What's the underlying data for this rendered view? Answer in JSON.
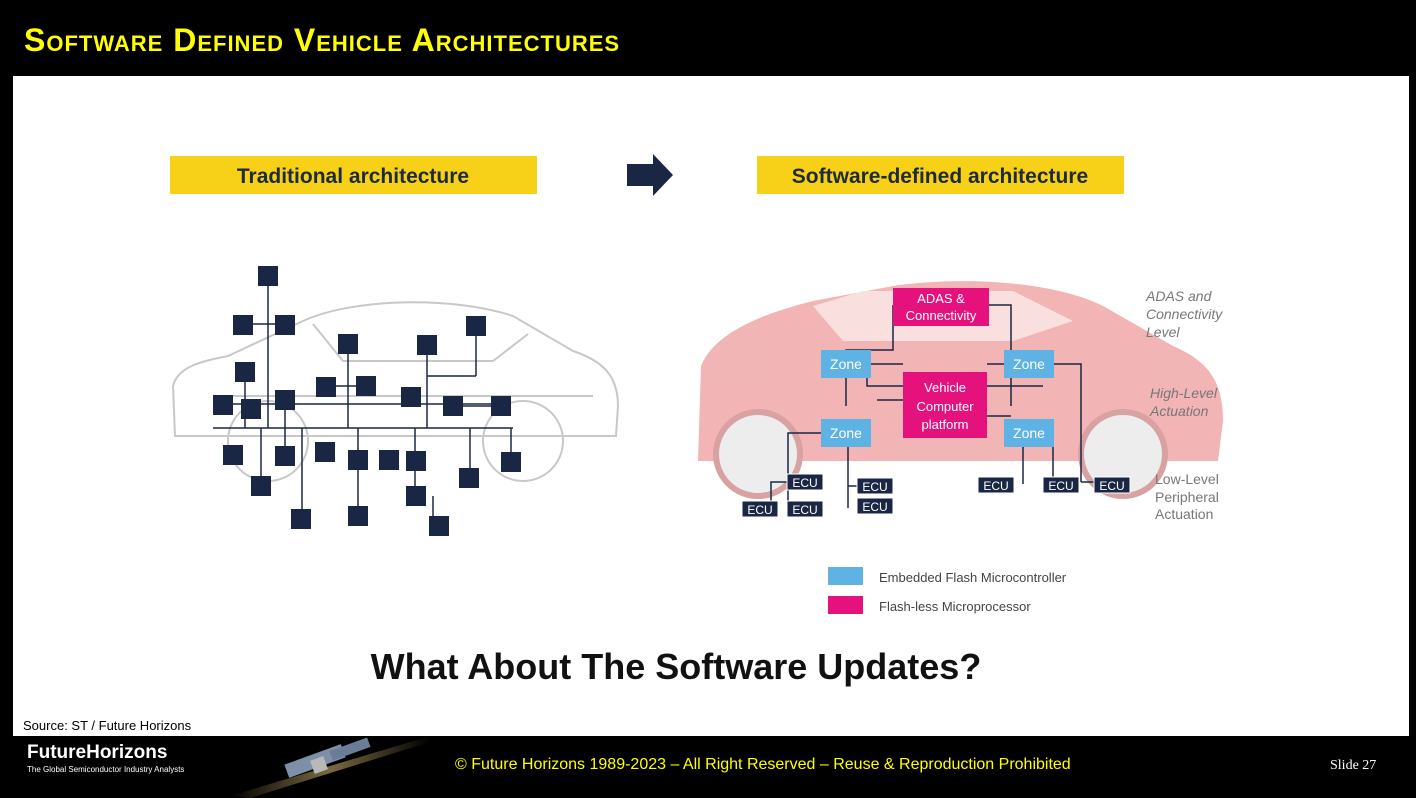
{
  "header": {
    "title": "Software Defined Vehicle Architectures"
  },
  "diagram": {
    "left_label": "Traditional architecture",
    "right_label": "Software-defined architecture",
    "adas_box": [
      "ADAS &",
      "Connectivity"
    ],
    "vehicle_box": [
      "Vehicle",
      "Computer",
      "platform"
    ],
    "zone_label": "Zone",
    "ecu_label": "ECU",
    "levels": {
      "adas": [
        "ADAS and",
        "Connectivity",
        "Level"
      ],
      "high": [
        "High-Level",
        "Actuation"
      ],
      "low": [
        "Low-Level",
        "Peripheral",
        "Actuation"
      ]
    },
    "legend": [
      {
        "label": "Embedded Flash Microcontroller",
        "color": "#5eb3e4"
      },
      {
        "label": "Flash-less Microprocessor",
        "color": "#e5127d"
      }
    ]
  },
  "question": "What About The Software Updates?",
  "source": "Source: ST / Future Horizons",
  "footer": {
    "logo": "FutureHorizons",
    "tagline": "The Global Semiconductor Industry Analysts",
    "copyright": "© Future Horizons 1989-2023 – All Right Reserved – Reuse & Reproduction Prohibited",
    "slide": "Slide 27"
  },
  "colors": {
    "title": "#ffff00",
    "label_bg": "#f7d117",
    "node": "#1a2744",
    "zone": "#5eb3e4",
    "magenta": "#e5127d"
  }
}
